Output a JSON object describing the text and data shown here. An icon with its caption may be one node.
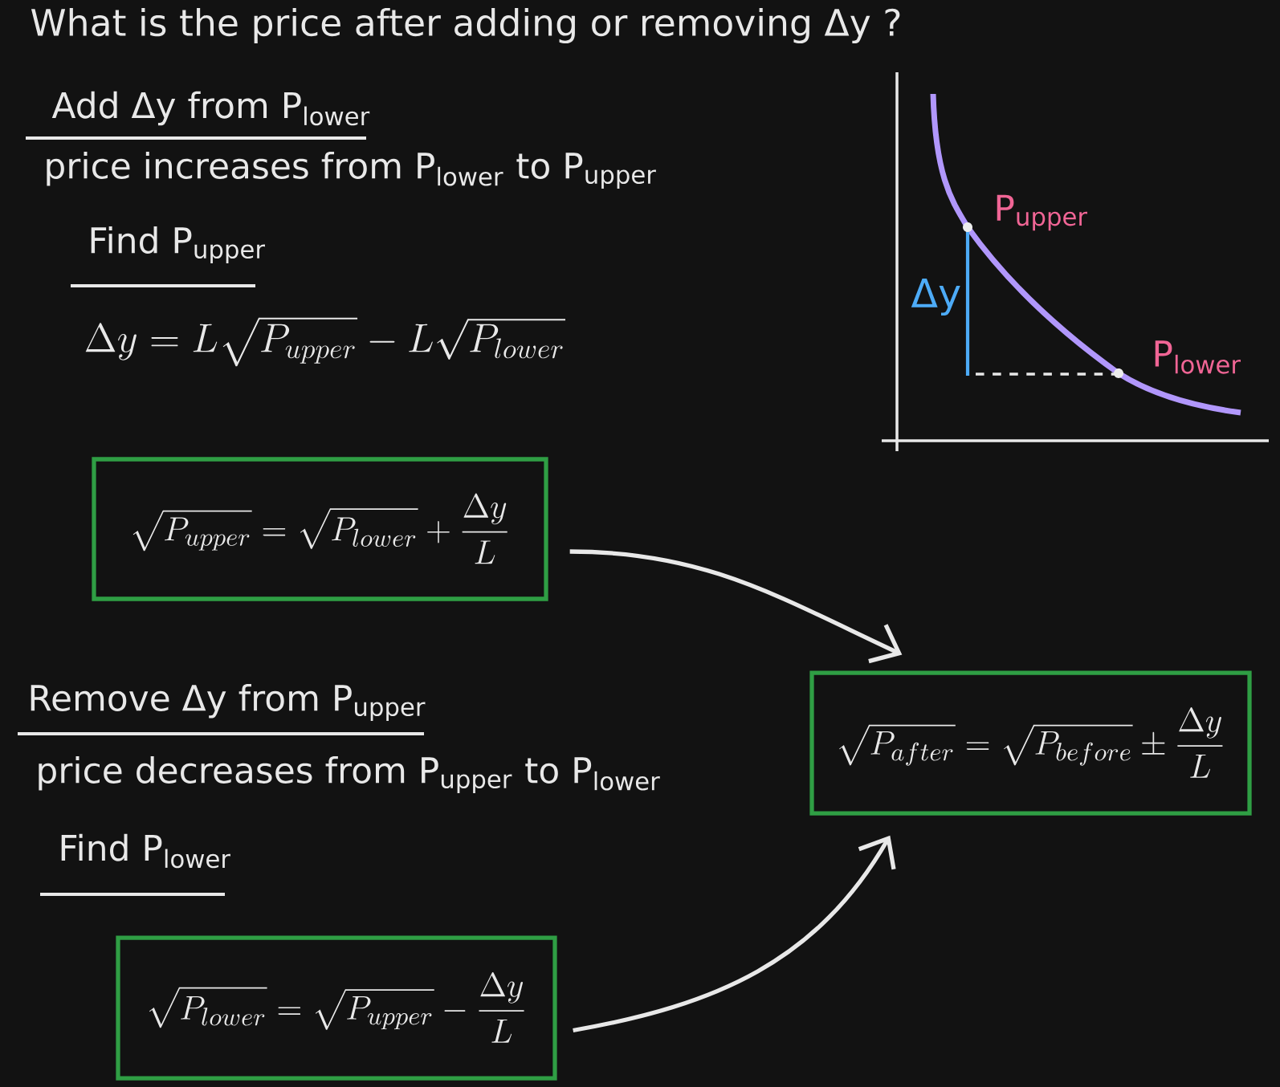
{
  "diagram": {
    "title": "What is the price after adding or removing Δy ?",
    "nodes": [
      {
        "text": [
          "\\sqrt{P_{upper}} = \\sqrt{P_{lower}} + \\frac{\\Delta y}{L}"
        ]
      },
      {
        "text": [
          "\\sqrt{P_{after}} = \\sqrt{P_{before}} \\pm \\frac{\\Delta y}{L}"
        ]
      },
      {
        "text": [
          "\\sqrt{P_{lower}} = \\sqrt{P_{upper}} - \\frac{\\Delta y}{L}"
        ]
      }
    ],
    "edges": [
      {
        "from": 0,
        "to": 1,
        "arrow": "to"
      },
      {
        "from": 2,
        "to": 1,
        "arrow": "to"
      }
    ],
    "labels": [
      "Add Δy from P$_{lower}$",
      "price increases from P$_{lower}$ to P$_{upper}$",
      "Find P$_{upper}$",
      "\\Delta y = L\\sqrt{P_{upper}} - L\\sqrt{P_{lower}}",
      "P$_{upper}$",
      "Δy",
      "P$_{lower}$",
      "Remove Δy from P$_{upper}$",
      "price decreases from P$_{upper}$ to P$_{lower}$",
      "Find P$_{lower}$"
    ]
  }
}
